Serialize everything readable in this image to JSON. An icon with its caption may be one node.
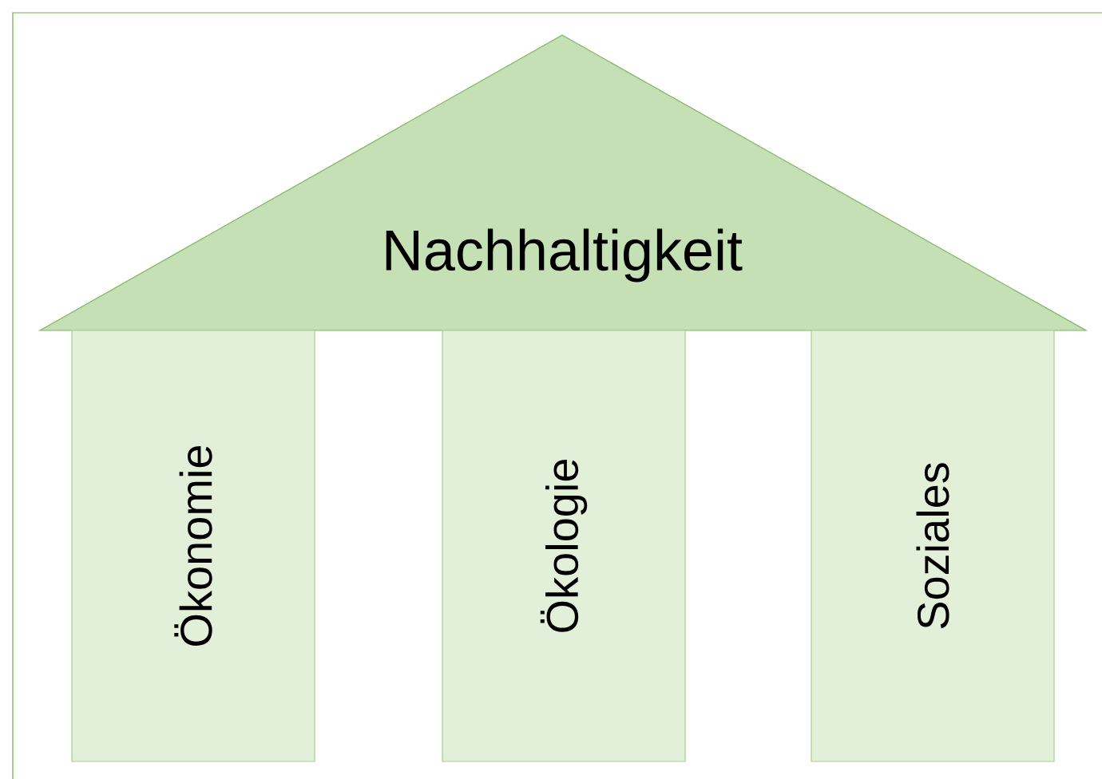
{
  "diagram": {
    "nodes": [
      {
        "text": [
          "Nachhaltigkeit"
        ]
      },
      {
        "text": [
          "Ökonomie"
        ]
      },
      {
        "text": [
          "Ökologie"
        ]
      },
      {
        "text": [
          "Soziales"
        ]
      }
    ]
  }
}
